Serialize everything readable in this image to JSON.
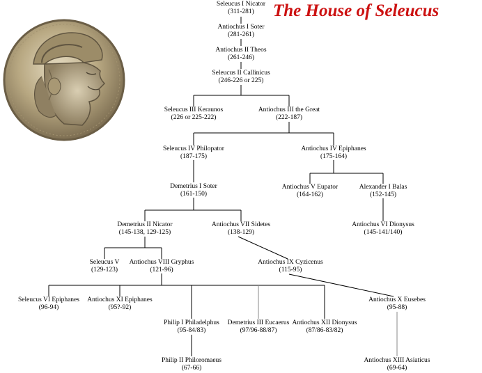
{
  "title": "The House of Seleucus",
  "colors": {
    "title": "#cc1111",
    "line": "#000000",
    "line_gray": "#888888"
  },
  "coin": {
    "icon": "seleucus-coin-portrait-icon"
  },
  "rulers": {
    "seleucus_i": {
      "name": "Seleucus I Nicator",
      "dates": "(311-281)"
    },
    "antiochus_i": {
      "name": "Antiochus I Soter",
      "dates": "(281-261)"
    },
    "antiochus_ii": {
      "name": "Antiochus II Theos",
      "dates": "(261-246)"
    },
    "seleucus_ii": {
      "name": "Seleucus II Callinicus",
      "dates": "(246-226 or 225)"
    },
    "seleucus_iii": {
      "name": "Seleucus III Keraunos",
      "dates": "(226 or 225-222)"
    },
    "antiochus_iii": {
      "name": "Antiochus III the Great",
      "dates": "(222-187)"
    },
    "seleucus_iv": {
      "name": "Seleucus IV Philopator",
      "dates": "(187-175)"
    },
    "antiochus_iv": {
      "name": "Antiochus IV Epiphanes",
      "dates": "(175-164)"
    },
    "demetrius_i": {
      "name": "Demetrius I Soter",
      "dates": "(161-150)"
    },
    "antiochus_v": {
      "name": "Antiochus V Eupator",
      "dates": "(164-162)"
    },
    "alexander_i": {
      "name": "Alexander I Balas",
      "dates": "(152-145)"
    },
    "demetrius_ii": {
      "name": "Demetrius II Nicator",
      "dates": "(145-138, 129-125)"
    },
    "antiochus_vii": {
      "name": "Antiochus VII Sidetes",
      "dates": "(138-129)"
    },
    "antiochus_vi": {
      "name": "Antiochus VI Dionysus",
      "dates": "(145-141/140)"
    },
    "seleucus_v": {
      "name": "Seleucus V",
      "dates": "(129-123)"
    },
    "antiochus_viii": {
      "name": "Antiochus VIII Gryphus",
      "dates": "(121-96)"
    },
    "antiochus_ix": {
      "name": "Antiochus IX Cyzicenus",
      "dates": "(115-95)"
    },
    "seleucus_vi": {
      "name": "Seleucus VI Epiphanes",
      "dates": "(96-94)"
    },
    "antiochus_xi": {
      "name": "Antiochus XI Epiphanes",
      "dates": "(95?-92)"
    },
    "antiochus_x": {
      "name": "Antiochus X Eusebes",
      "dates": "(95-88)"
    },
    "philip_i": {
      "name": "Philip I Philadelphus",
      "dates": "(95-84/83)"
    },
    "demetrius_iii": {
      "name": "Demetrius III Eucaerus",
      "dates": "(97/96-88/87)"
    },
    "antiochus_xii": {
      "name": "Antiochus XII Dionysus",
      "dates": "(87/86-83/82)"
    },
    "philip_ii": {
      "name": "Philip II Philoromaeus",
      "dates": "(67-66)"
    },
    "antiochus_xiii": {
      "name": "Antiochus XIII Asiaticus",
      "dates": "(69-64)"
    }
  }
}
